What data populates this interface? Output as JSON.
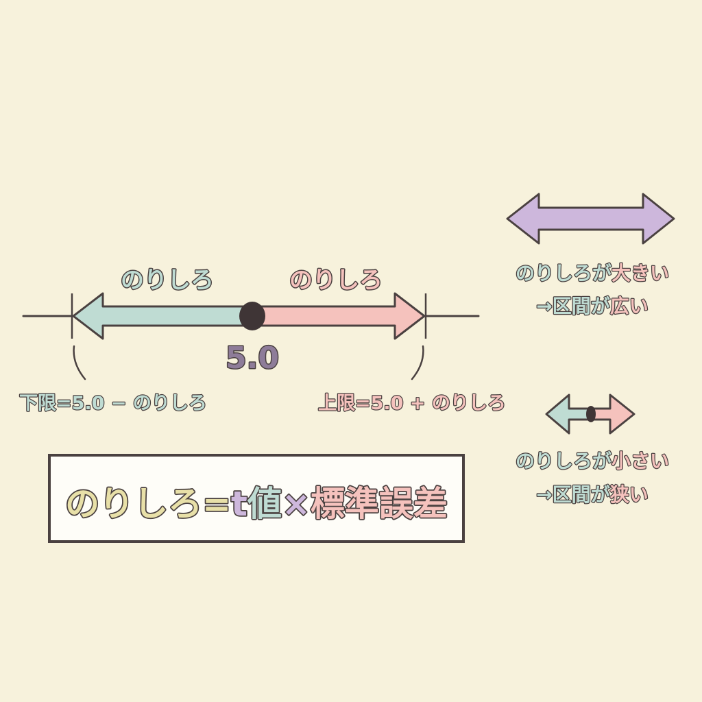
{
  "colors": {
    "background": "#f7f2dc",
    "outline": "#4a4140",
    "teal": "#bfdcd3",
    "pink": "#f5c2bd",
    "purple": "#cdb7dc",
    "yellow": "#e8e0a8",
    "dot": "#3f3536",
    "value_purple": "#8e7c99",
    "box_fill": "#fefdf8"
  },
  "number_line": {
    "left_label": "のりしろ",
    "right_label": "のりしろ",
    "center_value": "5.0",
    "lower_formula": {
      "term": "下限",
      "equals": "=",
      "expression": "5.0 − のりしろ"
    },
    "upper_formula": {
      "term": "上限",
      "equals": "=",
      "expression": "5.0 + のりしろ"
    }
  },
  "formula_box": {
    "lhs": "のりしろ",
    "equals": "=",
    "t_part": "t",
    "value_part": "値",
    "times": "×",
    "rhs": "標準誤差"
  },
  "comparison": {
    "large": {
      "line1_prefix": "のりしろが",
      "line1_highlight": "大きい",
      "line2_prefix": "→区間が",
      "line2_highlight": "広い"
    },
    "small": {
      "line1_prefix": "のりしろが",
      "line1_highlight": "小さい",
      "line2_prefix": "→区間が",
      "line2_highlight": "狭い"
    }
  }
}
